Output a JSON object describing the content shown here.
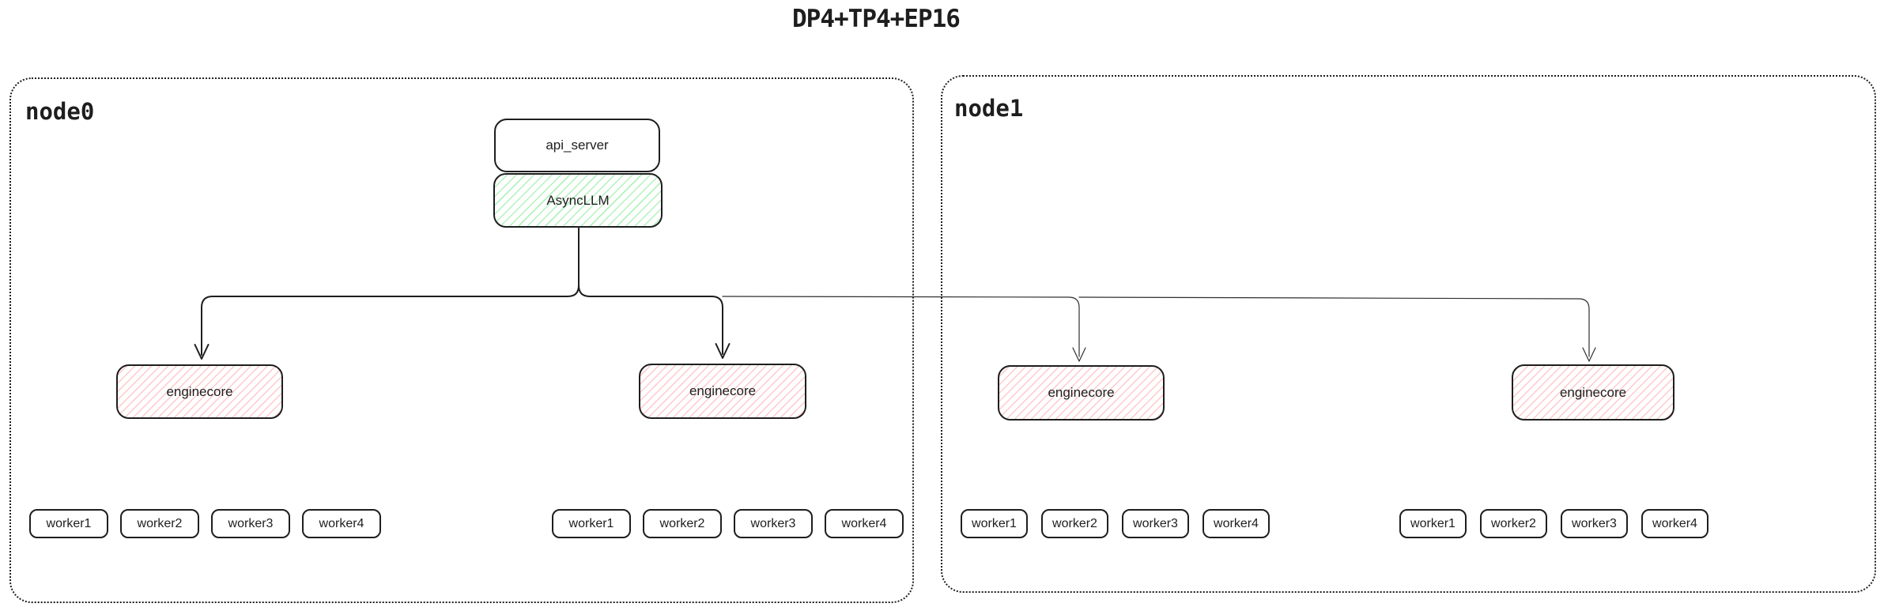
{
  "title": "DP4+TP4+EP16",
  "colors": {
    "stroke": "#1e1e1e",
    "green_hatch": "#b2f2bb",
    "red_hatch": "#ffc9c9",
    "background": "#ffffff"
  },
  "nodes": [
    {
      "label": "node0",
      "api_server_label": "api_server",
      "asyncllm_label": "AsyncLLM",
      "enginecores": [
        {
          "label": "enginecore",
          "workers": [
            "worker1",
            "worker2",
            "worker3",
            "worker4"
          ]
        },
        {
          "label": "enginecore",
          "workers": [
            "worker1",
            "worker2",
            "worker3",
            "worker4"
          ]
        }
      ]
    },
    {
      "label": "node1",
      "enginecores": [
        {
          "label": "enginecore",
          "workers": [
            "worker1",
            "worker2",
            "worker3",
            "worker4"
          ]
        },
        {
          "label": "enginecore",
          "workers": [
            "worker1",
            "worker2",
            "worker3",
            "worker4"
          ]
        }
      ]
    }
  ]
}
